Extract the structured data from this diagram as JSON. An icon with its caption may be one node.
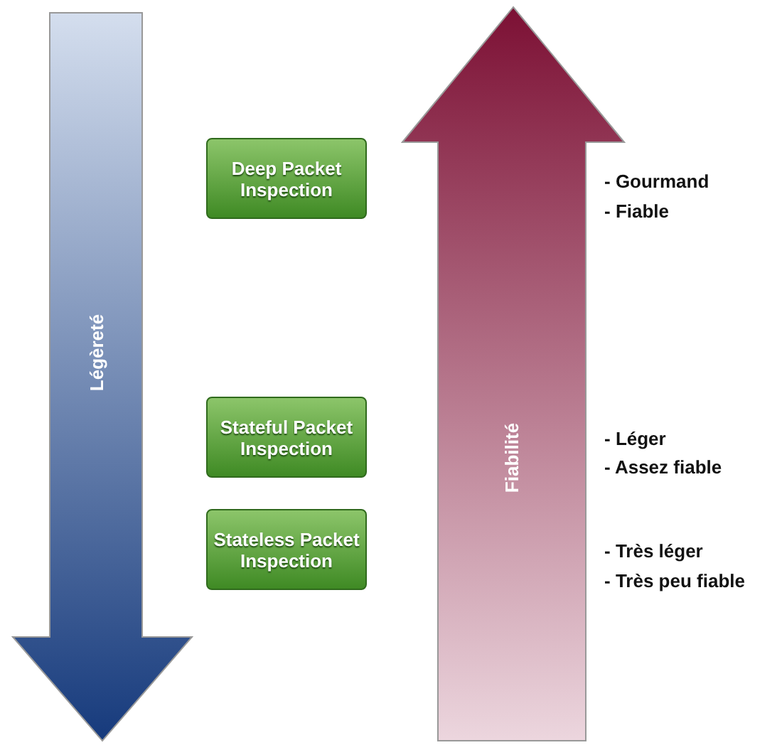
{
  "diagram": {
    "nodes": [
      {
        "text": [
          "Légèreté"
        ]
      },
      {
        "text": [
          "Deep Packet Inspection"
        ]
      },
      {
        "text": [
          "Stateful Packet Inspection"
        ]
      },
      {
        "text": [
          "Stateless Packet Inspection"
        ]
      },
      {
        "text": [
          "Fiabilité"
        ]
      }
    ],
    "labels": [
      "- Gourmand",
      "- Fiable",
      "- Léger",
      "- Assez fiable",
      "- Très léger",
      "- Très peu fiable"
    ]
  }
}
